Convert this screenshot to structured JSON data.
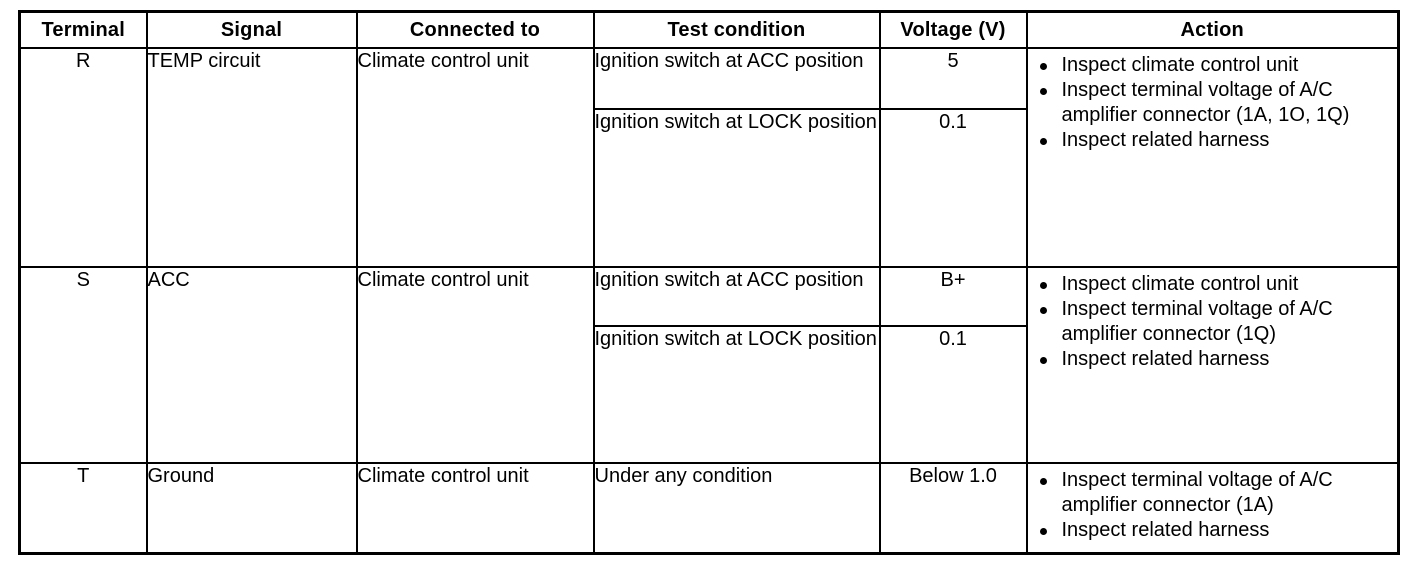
{
  "table": {
    "headers": [
      "Terminal",
      "Signal",
      "Connected to",
      "Test condition",
      "Voltage (V)",
      "Action"
    ],
    "rows": [
      {
        "terminal": "R",
        "signal": "TEMP circuit",
        "connected_to": "Climate control unit",
        "conditions": [
          {
            "test_condition": "Ignition switch at ACC position",
            "voltage": "5"
          },
          {
            "test_condition": "Ignition switch at LOCK position",
            "voltage": "0.1"
          }
        ],
        "actions": [
          "Inspect climate control unit",
          "Inspect terminal voltage of A/C amplifier connector (1A, 1O, 1Q)",
          "Inspect related harness"
        ]
      },
      {
        "terminal": "S",
        "signal": "ACC",
        "connected_to": "Climate control unit",
        "conditions": [
          {
            "test_condition": "Ignition switch at ACC position",
            "voltage": "B+"
          },
          {
            "test_condition": "Ignition switch at LOCK position",
            "voltage": "0.1"
          }
        ],
        "actions": [
          "Inspect climate control unit",
          "Inspect terminal voltage of A/C amplifier connector (1Q)",
          "Inspect related harness"
        ]
      },
      {
        "terminal": "T",
        "signal": "Ground",
        "connected_to": "Climate control unit",
        "conditions": [
          {
            "test_condition": "Under any condition",
            "voltage": "Below 1.0"
          }
        ],
        "actions": [
          "Inspect terminal voltage of A/C amplifier connector (1A)",
          "Inspect related harness"
        ]
      }
    ]
  },
  "colors": {
    "ink": "#000000",
    "paper": "#ffffff"
  }
}
